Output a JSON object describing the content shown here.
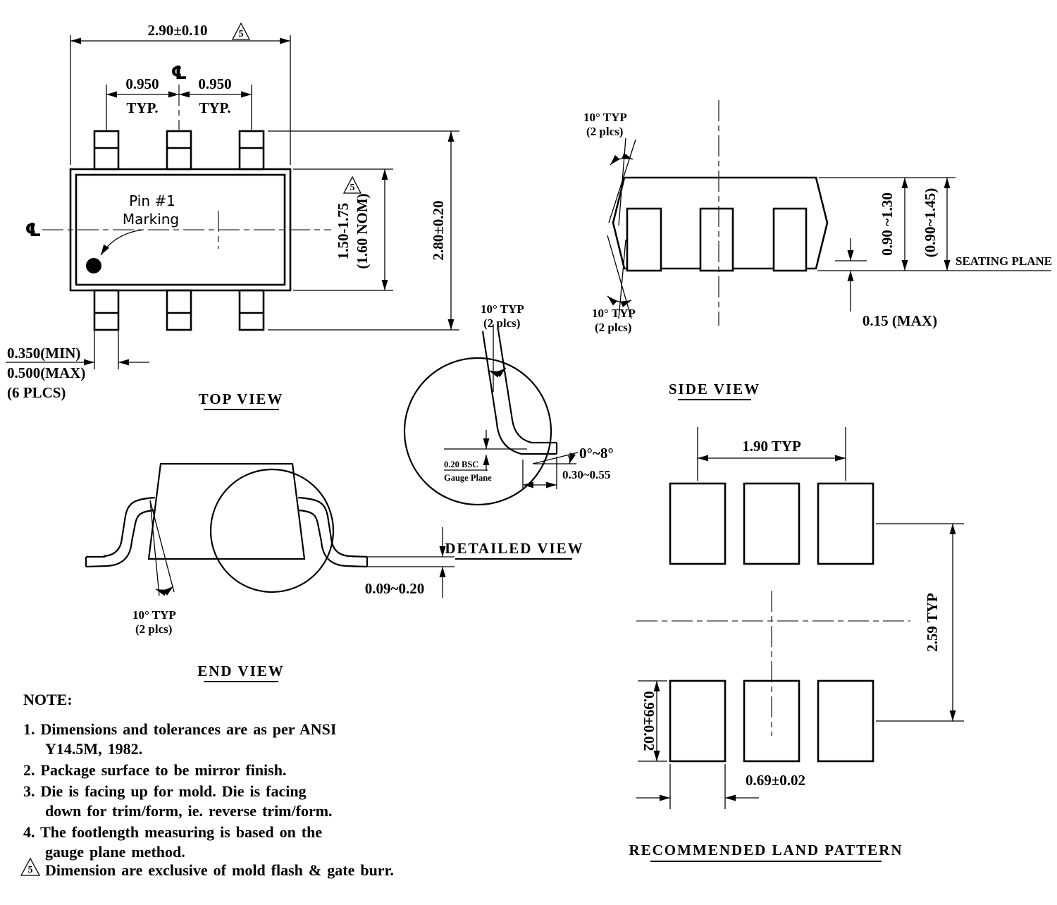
{
  "colors": {
    "ink": "#000000",
    "paper": "#ffffff"
  },
  "symbols": {
    "centerline": "℄",
    "flag": "5"
  },
  "top_view": {
    "title": "TOP VIEW",
    "overall_width": "2.90±0.10",
    "pitch_left": "0.950",
    "pitch_left_typ": "TYP.",
    "pitch_right": "0.950",
    "pitch_right_typ": "TYP.",
    "pin1_line1": "Pin #1",
    "pin1_line2": "Marking",
    "body_width": "1.50-1.75",
    "body_width_nom": "(1.60 NOM)",
    "overall_length": "2.80±0.20",
    "lead_width_min": "0.350(MIN)",
    "lead_width_max": "0.500(MAX)",
    "lead_width_plcs": "(6 PLCS)"
  },
  "side_view": {
    "title": "SIDE VIEW",
    "angle_top": "10° TYP",
    "angle_top_plcs": "(2 plcs)",
    "angle_bottom": "10° TYP",
    "angle_bottom_plcs": "(2 plcs)",
    "body_height": "0.90 ~1.30",
    "overall_height": "(0.90~1.45)",
    "seating_plane": "SEATING PLANE",
    "standoff": "0.15 (MAX)"
  },
  "detailed_view": {
    "title": "DETAILED VIEW",
    "lead_angle": "10° TYP",
    "lead_angle_plcs": "(2 plcs)",
    "foot_angle": "0°~8°",
    "gauge_offset": "0.20 BSC",
    "gauge_plane": "Gauge Plane",
    "foot_length": "0.30~0.55"
  },
  "end_view": {
    "title": "END VIEW",
    "lead_thickness": "0.09~0.20",
    "angle": "10° TYP",
    "angle_plcs": "(2 plcs)"
  },
  "land_pattern": {
    "title": "RECOMMENDED LAND PATTERN",
    "pad_pitch": "1.90 TYP",
    "row_span": "2.59 TYP",
    "pad_height": "0.99±0.02",
    "pad_width": "0.69±0.02"
  },
  "notes": {
    "heading": "NOTE:",
    "n1a": "1. Dimensions and tolerances are as per ANSI",
    "n1b": "Y14.5M, 1982.",
    "n2": "2. Package surface to be mirror finish.",
    "n3a": "3. Die is facing up for mold. Die is facing",
    "n3b": "down for trim/form, ie. reverse trim/form.",
    "n4a": "4. The footlength measuring is based on the",
    "n4b": "gauge plane method.",
    "n5": "Dimension are exclusive of mold flash & gate burr."
  }
}
